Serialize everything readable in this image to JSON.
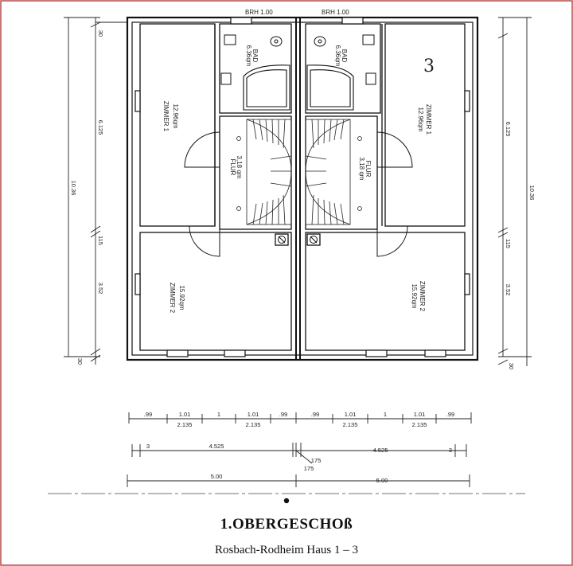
{
  "heading": "1.OBERGESCHOß",
  "subheading": "Rosbach-Rodheim    Haus 1 – 3",
  "handwritten_mark": "3",
  "brh_label": "BRH 1.00",
  "rooms": {
    "bad_name": "BAD",
    "bad_area": "6.36qm",
    "zimmer1_name": "ZIMMER 1",
    "zimmer1_area": "12.96qm",
    "zimmer2_name": "ZIMMER 2",
    "zimmer2_area": "15.92qm",
    "flur_name": "FLUR",
    "flur_area": "3,18 qm"
  },
  "vertical_dims": {
    "left": {
      "top": "30",
      "upper": "6.125",
      "total": "10.36",
      "mid": "115",
      "lower": "3.52",
      "bottom": "30"
    },
    "right": {
      "upper": "6.125",
      "total": "10.36",
      "mid": "115",
      "lower": "3.52",
      "bottom": "30"
    }
  },
  "horizontal_dims": {
    "row1": [
      ".99",
      "1.01",
      "1",
      "1.01",
      ".99",
      ".99",
      "1.01",
      "1",
      "1.01",
      ".99"
    ],
    "row1_sub": [
      "2.135",
      "2.135",
      "2.135",
      "2.135"
    ],
    "row2": [
      "3",
      "4.525",
      "4.525",
      "3"
    ],
    "row2_small": [
      ".175",
      "175"
    ],
    "row3": [
      "5.00",
      "5.00"
    ]
  }
}
